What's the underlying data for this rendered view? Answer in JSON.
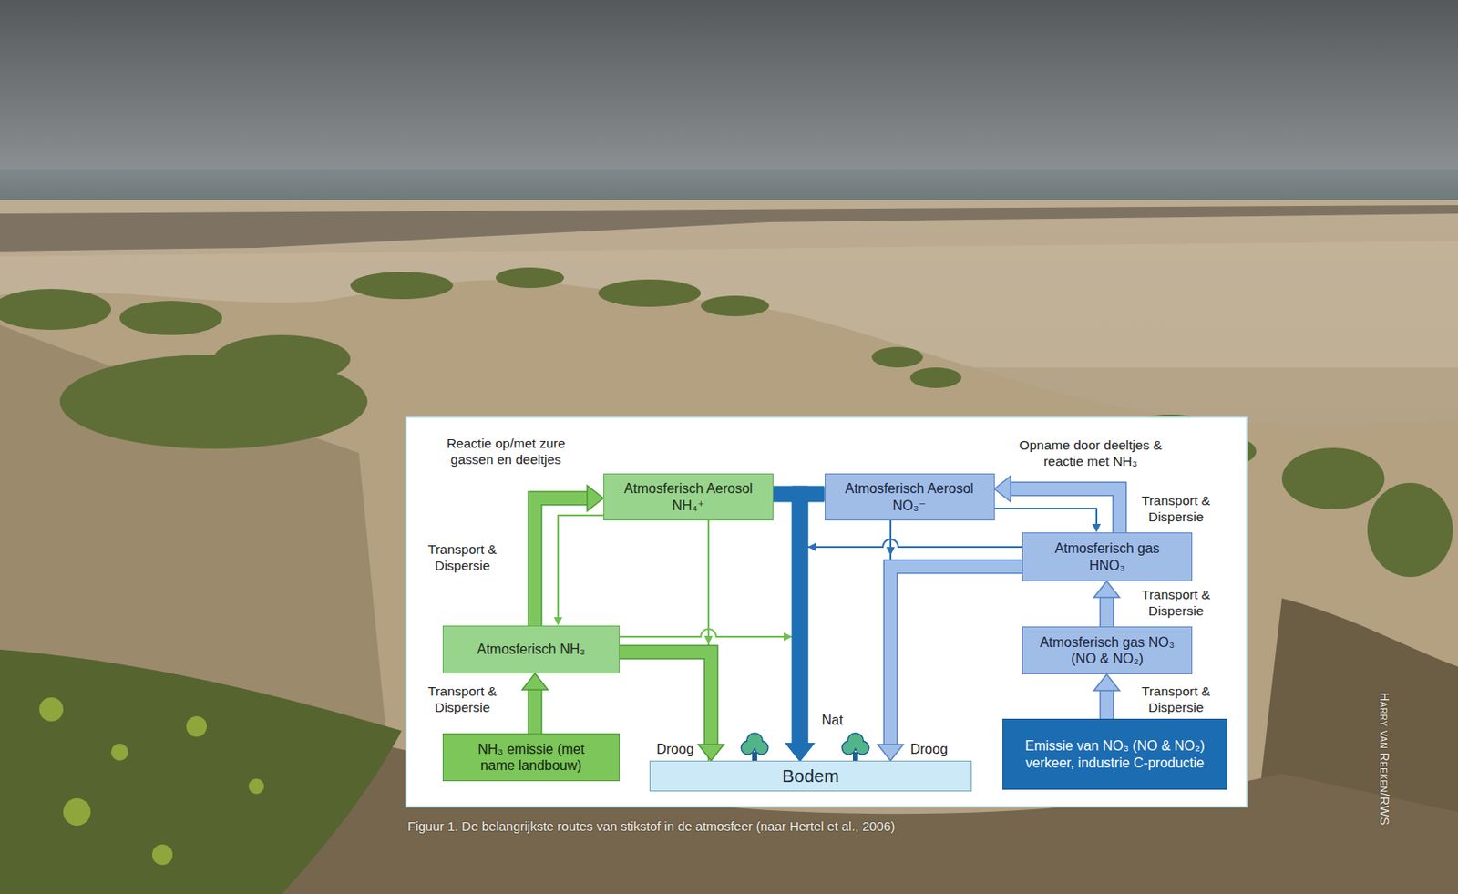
{
  "diagram": {
    "caption": "Figuur 1. De belangrijkste routes van stikstof in de atmosfeer (naar Hertel et al., 2006)",
    "nodes": [
      {
        "text": [
          "Atmosferisch Aerosol NH₄⁺"
        ]
      },
      {
        "text": [
          "Atmosferisch Aerosol NO₃⁻"
        ]
      },
      {
        "text": [
          "Atmosferisch gas HNO₃"
        ]
      },
      {
        "text": [
          "Atmosferisch NH₃"
        ]
      },
      {
        "text": [
          "Atmosferisch gas NO₃ (NO & NO₂)"
        ]
      },
      {
        "text": [
          "NH₃ emissie (met name landbouw)"
        ]
      },
      {
        "text": [
          "Bodem"
        ]
      },
      {
        "text": [
          "Emissie van NO₃ (NO & NO₂) verkeer, industrie C-productie"
        ]
      }
    ],
    "edges": [
      {
        "from": 5,
        "to": 3,
        "arrow": "to",
        "label": "Transport & Dispersie"
      },
      {
        "from": 3,
        "to": 0,
        "arrow": "to",
        "label": "Transport & Dispersie"
      },
      {
        "from": 0,
        "to": 3,
        "arrow": "to"
      },
      {
        "from": 3,
        "to": 6,
        "arrow": "to",
        "label": "Droog"
      },
      {
        "from": 3,
        "to": 6,
        "arrow": "to"
      },
      {
        "from": 0,
        "to": 6,
        "arrow": "to"
      },
      {
        "from": 0,
        "to": 6,
        "arrow": "to",
        "label": "Nat"
      },
      {
        "from": 1,
        "to": 6,
        "arrow": "to"
      },
      {
        "from": 7,
        "to": 4,
        "arrow": "to",
        "label": "Transport & Dispersie"
      },
      {
        "from": 4,
        "to": 2,
        "arrow": "to",
        "label": "Transport & Dispersie"
      },
      {
        "from": 2,
        "to": 1,
        "arrow": "to",
        "label": "Transport & Dispersie"
      },
      {
        "from": 1,
        "to": 2,
        "arrow": "to"
      },
      {
        "from": 2,
        "to": 6,
        "arrow": "to"
      },
      {
        "from": 2,
        "to": 6,
        "arrow": "to",
        "label": "Droog"
      },
      {
        "from": 1,
        "to": 6,
        "arrow": "to"
      }
    ],
    "labels": [
      "Reactie op/met zure gassen en deeltjes",
      "Opname door deeltjes & reactie met NH₃",
      "Harry van Reeken/RWS"
    ]
  }
}
